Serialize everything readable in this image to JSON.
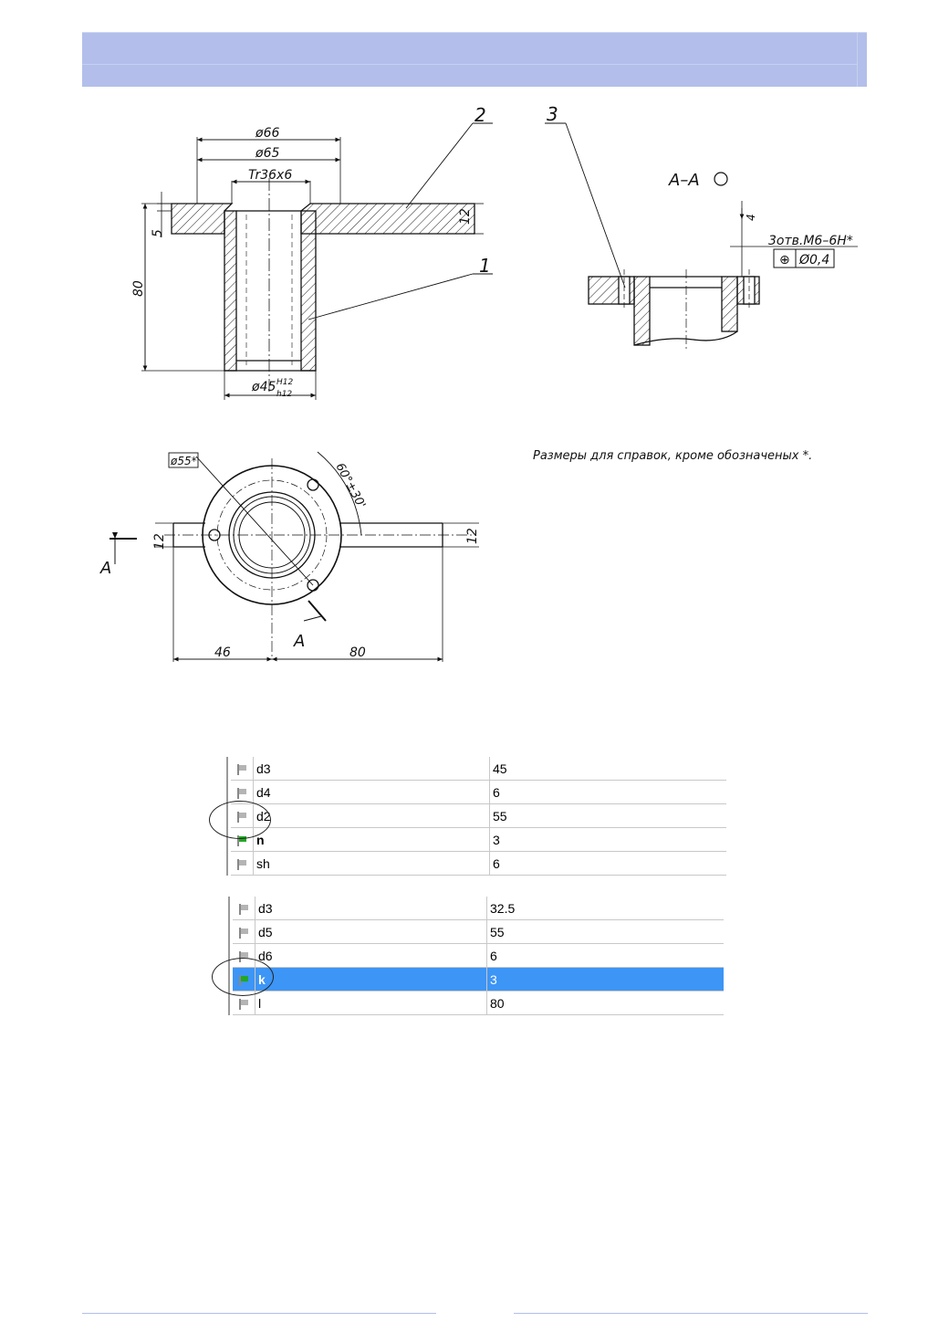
{
  "drawing": {
    "labels": {
      "leader_2": "2",
      "leader_3": "3",
      "leader_1": "1",
      "section": "A–A",
      "dia66": "ø66",
      "dia65": "ø65",
      "thread": "Tr36x6",
      "dim5": "5",
      "dim80v": "80",
      "dim12": "12",
      "dia45": "ø45",
      "tol_up": "H12",
      "tol_dn": "h12",
      "holes": "3отв.M6–6H*",
      "pos_sym": "⊕",
      "pos_tol": "Ø0,4",
      "dim4": "4",
      "note": "Размеры для справок, кроме обозначеных *.",
      "dia55": "ø55*",
      "angle": "60°±30'",
      "dim12_left": "12",
      "dim12_right": "12",
      "arrow_a_left": "A",
      "arrow_a_bottom": "A",
      "dim46": "46",
      "dim80h": "80"
    }
  },
  "tables": [
    {
      "rows": [
        {
          "name": "d3",
          "value": "45",
          "flag": "gray",
          "bold": false,
          "selected": false
        },
        {
          "name": "d4",
          "value": "6",
          "flag": "gray",
          "bold": false,
          "selected": false
        },
        {
          "name": "d2",
          "value": "55",
          "flag": "gray",
          "bold": false,
          "selected": false
        },
        {
          "name": "n",
          "value": "3",
          "flag": "green",
          "bold": true,
          "selected": false
        },
        {
          "name": "sh",
          "value": "6",
          "flag": "gray",
          "bold": false,
          "selected": false
        }
      ]
    },
    {
      "rows": [
        {
          "name": "d3",
          "value": "32.5",
          "flag": "gray",
          "bold": false,
          "selected": false
        },
        {
          "name": "d5",
          "value": "55",
          "flag": "gray",
          "bold": false,
          "selected": false
        },
        {
          "name": "d6",
          "value": "6",
          "flag": "gray",
          "bold": false,
          "selected": false
        },
        {
          "name": "k",
          "value": "3",
          "flag": "green",
          "bold": true,
          "selected": true
        },
        {
          "name": "l",
          "value": "80",
          "flag": "gray",
          "bold": false,
          "selected": false
        }
      ]
    }
  ],
  "colors": {
    "header": "#b3bfea",
    "selection": "#3d95f5",
    "flag_green": "#22a822",
    "flag_gray": "#b4b4b4"
  }
}
